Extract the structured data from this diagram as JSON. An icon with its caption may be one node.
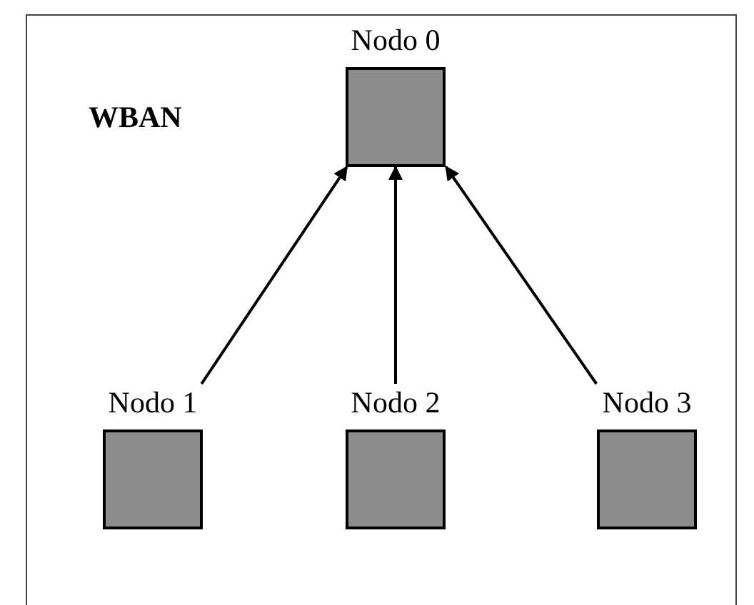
{
  "diagram": {
    "nodes": [
      {
        "text": [
          "WBAN"
        ]
      },
      {
        "text": [
          "Nodo 0"
        ],
        "in": 0
      },
      {
        "text": [
          "Nodo 1"
        ],
        "in": 0
      },
      {
        "text": [
          "Nodo 2"
        ],
        "in": 0
      },
      {
        "text": [
          "Nodo 3"
        ],
        "in": 0
      }
    ],
    "edges": [
      {
        "from": 2,
        "to": 1,
        "arrow": "to"
      },
      {
        "from": 3,
        "to": 1,
        "arrow": "to"
      },
      {
        "from": 4,
        "to": 1,
        "arrow": "to"
      }
    ]
  }
}
